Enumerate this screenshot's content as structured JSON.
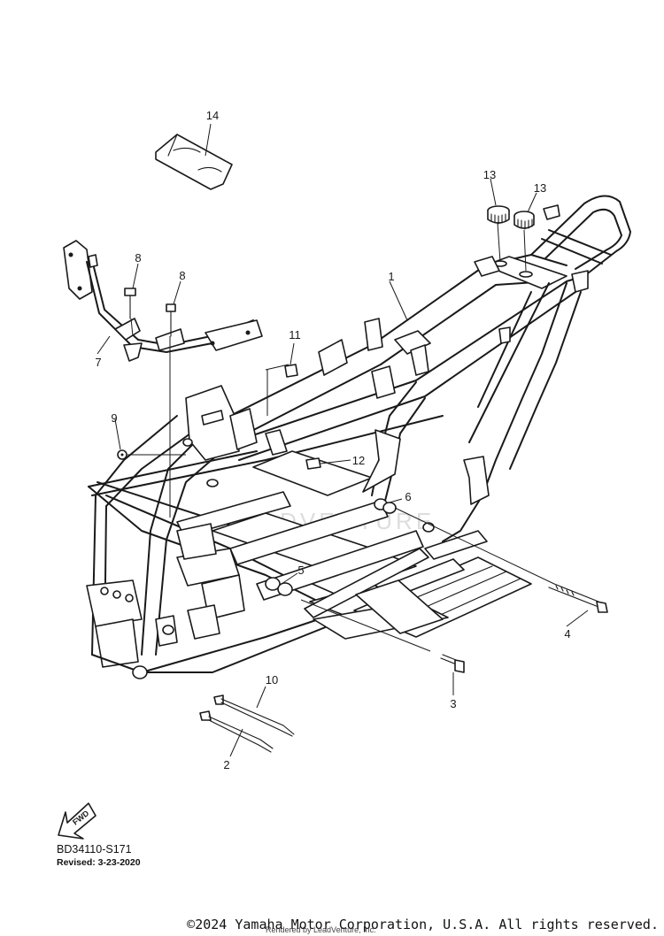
{
  "diagram": {
    "callouts": {
      "c1": "1",
      "c2": "2",
      "c3": "3",
      "c4": "4",
      "c5": "5",
      "c6": "6",
      "c7": "7",
      "c8a": "8",
      "c8b": "8",
      "c9": "9",
      "c10": "10",
      "c11": "11",
      "c12": "12",
      "c13a": "13",
      "c13b": "13",
      "c14": "14"
    },
    "watermark": "LEADVENTURE",
    "fwd_label": "FWD"
  },
  "footer": {
    "part_code": "BD34110-S171",
    "revised": "Revised: 3-23-2020",
    "copyright": "©2024 Yamaha Motor Corporation, U.S.A. All rights reserved.",
    "rendered_by": "Rendered by LeadVenture, Inc."
  },
  "colors": {
    "line": "#1a1a1a",
    "background": "#ffffff",
    "watermark": "#dddddd"
  }
}
